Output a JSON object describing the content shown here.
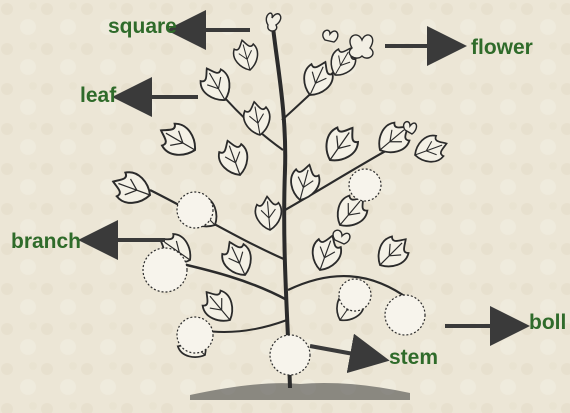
{
  "colors": {
    "background": "#ece6d6",
    "label": "#2f6b2a",
    "arrow": "#3a3a3a",
    "plant_ink": "#2b2b2b"
  },
  "illustration": {
    "icon": "cotton-plant-illustration"
  },
  "labels": {
    "square": "square",
    "flower": "flower",
    "leaf": "leaf",
    "branch": "branch",
    "boll": "boll",
    "stem": "stem"
  }
}
